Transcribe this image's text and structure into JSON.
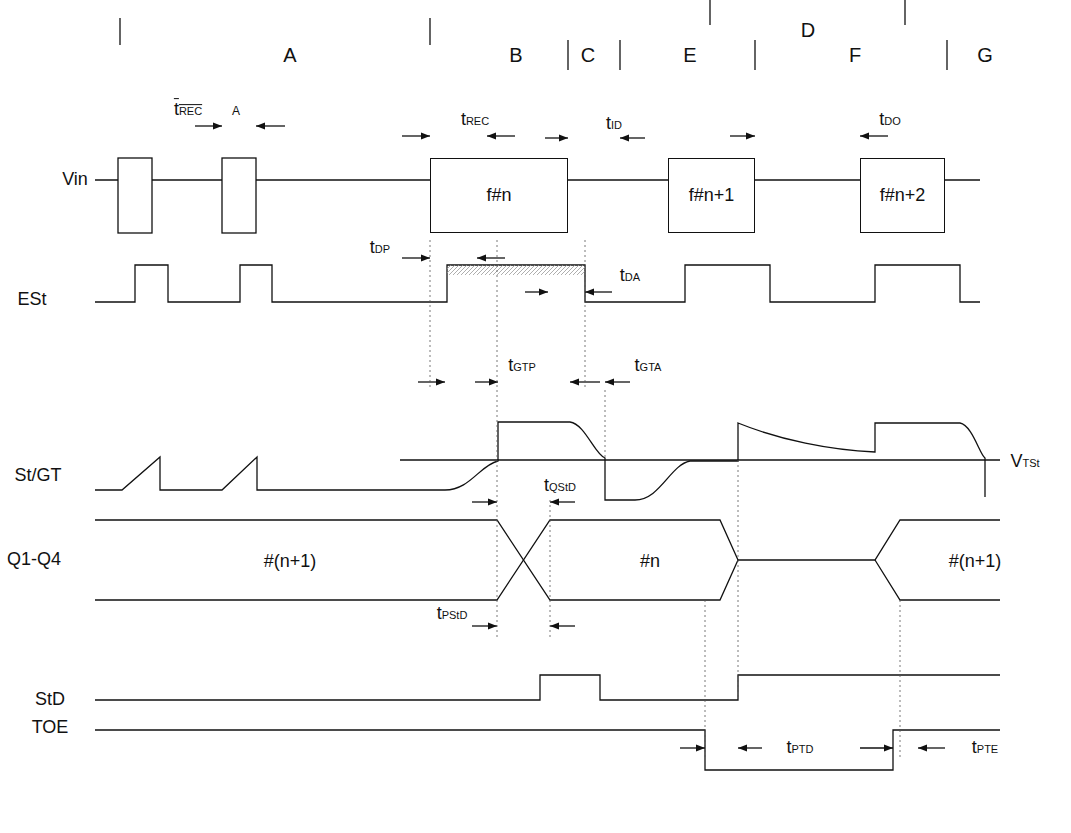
{
  "diagram": {
    "nodes": [
      {
        "text": [
          "f#n"
        ]
      },
      {
        "text": [
          "f#n+1"
        ]
      },
      {
        "text": [
          "f#n+2"
        ]
      }
    ],
    "edges": [],
    "labels": [
      "A",
      "B",
      "C",
      "D",
      "E",
      "F",
      "G",
      "tREC",
      "A",
      "tREC",
      "tID",
      "tDO",
      "Vin",
      "tDP",
      "tDA",
      "ESt",
      "tGTP",
      "tGTA",
      "St/GT",
      "VTSt",
      "tQStD",
      "Q1-Q4",
      "#(n+1)",
      "#n",
      "#(n+1)",
      "tPStD",
      "StD",
      "TOE",
      "tPTD",
      "tPTE"
    ]
  }
}
